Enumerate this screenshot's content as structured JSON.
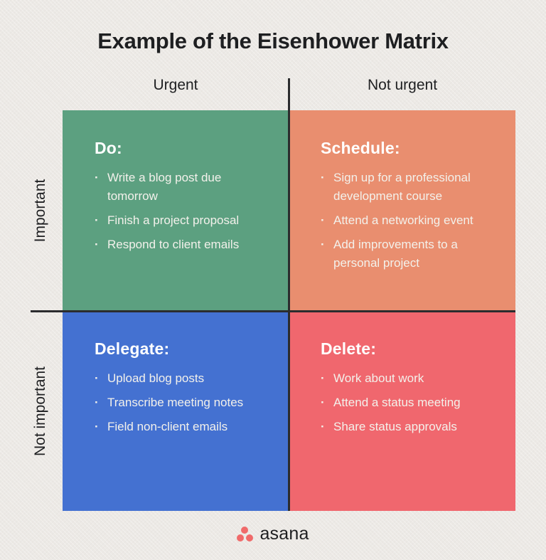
{
  "title": "Example of the Eisenhower Matrix",
  "columns": [
    {
      "label": "Urgent"
    },
    {
      "label": "Not urgent"
    }
  ],
  "rows": [
    {
      "label": "Important"
    },
    {
      "label": "Not important"
    }
  ],
  "quadrants": [
    {
      "heading": "Do:",
      "color": "#5CA080",
      "items": [
        "Write a blog post due tomorrow",
        "Finish a project proposal",
        "Respond to client emails"
      ]
    },
    {
      "heading": "Schedule:",
      "color": "#E98E6F",
      "items": [
        "Sign up for a professional development course",
        "Attend a networking event",
        "Add improvements to a personal project"
      ]
    },
    {
      "heading": "Delegate:",
      "color": "#4471D1",
      "items": [
        "Upload blog posts",
        "Transcribe meeting notes",
        "Field non-client emails"
      ]
    },
    {
      "heading": "Delete:",
      "color": "#F0676E",
      "items": [
        "Work about work",
        "Attend a status meeting",
        "Share status approvals"
      ]
    }
  ],
  "footer": {
    "logo_text": "asana",
    "logo_dot_color": "#f06a6a"
  },
  "colors": {
    "background": "#ece9e5",
    "text_dark": "#1e1f21",
    "divider": "#2b2c2e",
    "quadrant_text": "#f3f1eb"
  }
}
